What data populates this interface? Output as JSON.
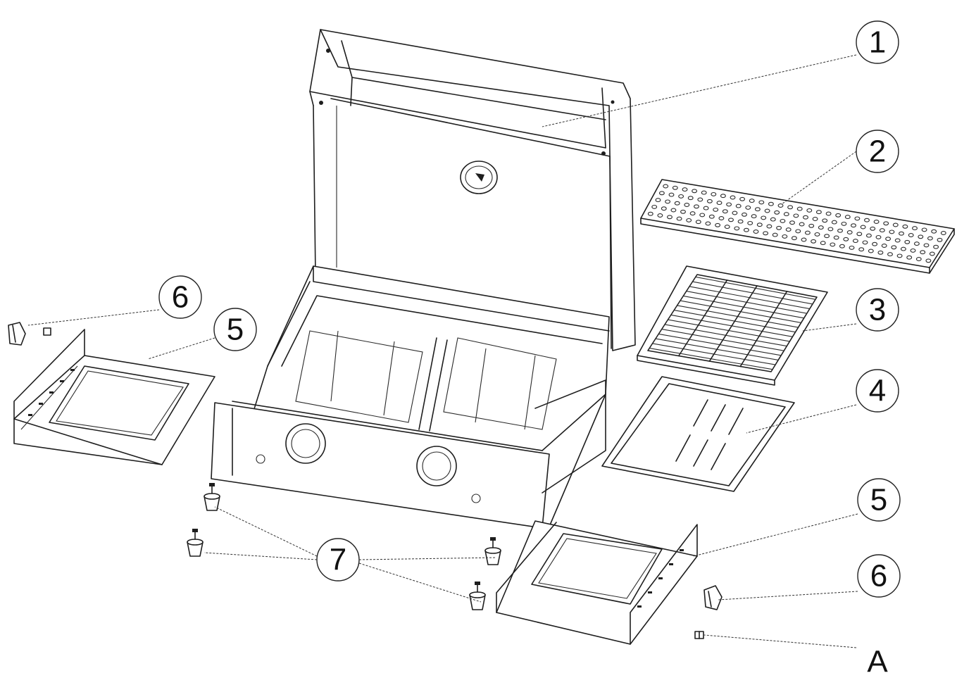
{
  "callouts": {
    "c1": "1",
    "c2": "2",
    "c3": "3",
    "c4": "4",
    "c5a": "5",
    "c5b": "5",
    "c6a": "6",
    "c6b": "6",
    "c7": "7",
    "cA": "A"
  }
}
